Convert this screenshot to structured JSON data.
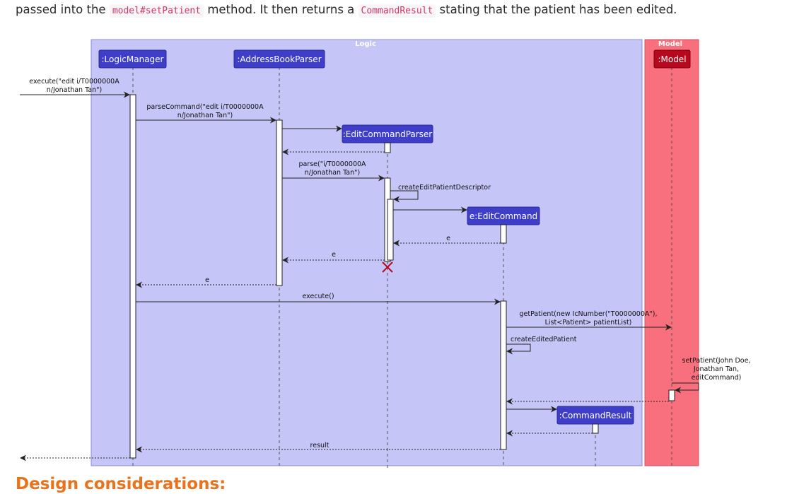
{
  "intro": {
    "text_before": "passed into the",
    "code_method": "model#setPatient",
    "text_middle": "method. It then returns a",
    "code_result": "CommandResult",
    "text_after": "stating that the patient has been edited."
  },
  "heading": "Design considerations:",
  "diagram": {
    "group_logic": "Logic",
    "group_model": "Model",
    "participants": {
      "logic_manager": ":LogicManager",
      "address_book_parser": ":AddressBookParser",
      "edit_command_parser": ":EditCommandParser",
      "edit_command": "e:EditCommand",
      "command_result": ":CommandResult",
      "model": ":Model"
    },
    "messages": {
      "execute_in_1": "execute(\"edit i/T0000000A",
      "execute_in_2": "n/Jonathan Tan\")",
      "parse_command_1": "parseCommand(\"edit i/T0000000A",
      "parse_command_2": "n/Jonathan Tan\")",
      "parse_1": "parse(\"i/T0000000A",
      "parse_2": "n/Jonathan Tan\")",
      "create_descriptor": "createEditPatientDescriptor",
      "return_e_1": "e",
      "return_e_2": "e",
      "return_e_3": "e",
      "execute": "execute()",
      "get_patient_1": "getPatient(new IcNumber(\"T0000000A\"),",
      "get_patient_2": "List<Patient> patientList)",
      "create_edited_patient": "createEditedPatient",
      "set_patient_1": "setPatient(John Doe,",
      "set_patient_2": "Jonathan Tan,",
      "set_patient_3": "editCommand)",
      "result": "result"
    },
    "colors": {
      "logic_bg": "#c5c5f8",
      "model_bg": "#f8707d",
      "participant_blue": "#3e3ec8",
      "participant_red": "#b7091d",
      "destroy_mark": "#b7091d"
    }
  }
}
